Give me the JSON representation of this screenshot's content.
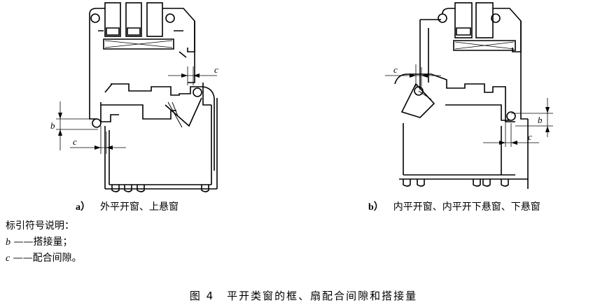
{
  "figure": {
    "number": "图 4",
    "title": "平开类窗的框、扇配合间隙和搭接量"
  },
  "panels": [
    {
      "label": "a）",
      "caption": "外平开窗、上悬窗",
      "dims": [
        "b",
        "c",
        "c"
      ]
    },
    {
      "label": "b）",
      "caption": "内平开窗、内平开下悬窗、下悬窗",
      "dims": [
        "c",
        "c",
        "b"
      ]
    }
  ],
  "notes": {
    "heading": "标引符号说明：",
    "items": [
      {
        "symbol": "b",
        "text": "——搭接量；"
      },
      {
        "symbol": "c",
        "text": "——配合间隙。"
      }
    ]
  }
}
